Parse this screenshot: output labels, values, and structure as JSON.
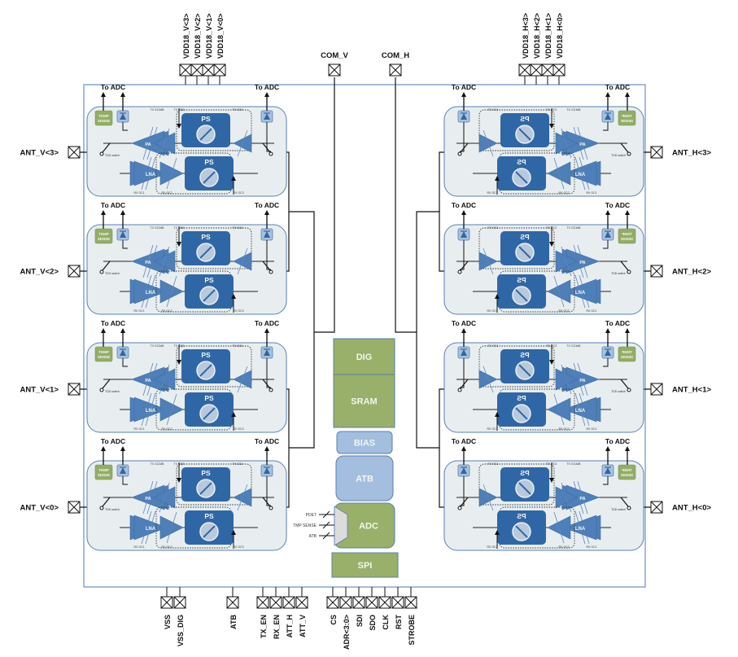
{
  "diagram": {
    "title": "Phased-array beamformer IC block diagram",
    "colors": {
      "chip_border": "#6a8fbf",
      "channel_fill": "#e8eef0",
      "channel_border": "#5a7fb0",
      "ps_block": "#2f67a6",
      "amp": "#4f7fb8",
      "detector_fill": "#a8c1de",
      "temp_sense": "#93ad66",
      "digital_green": "#98b06a",
      "analog_blue": "#a3bedf",
      "wire": "#111111"
    },
    "top_pins": {
      "vdd_v": [
        "VDD18_V<3>",
        "VDD18_V<2>",
        "VDD18_V<1>",
        "VDD18_V<0>"
      ],
      "vdd_h": [
        "VDD18_H<3>",
        "VDD18_H<2>",
        "VDD18_H<1>",
        "VDD18_H<0>"
      ],
      "com_v": "COM_V",
      "com_h": "COM_H"
    },
    "left_pins": [
      "ANT_V<3>",
      "ANT_V<2>",
      "ANT_V<1>",
      "ANT_V<0>"
    ],
    "right_pins": [
      "ANT_H<3>",
      "ANT_H<2>",
      "ANT_H<1>",
      "ANT_H<0>"
    ],
    "bottom_pins": {
      "supply": [
        "VSS",
        "VSS_DIG"
      ],
      "atb": "ATB",
      "control": [
        "TX_EN",
        "RX_EN",
        "ATT_H",
        "ATT_V"
      ],
      "spi": [
        "CS",
        "ADR<3:0>",
        "SDI",
        "SDO",
        "CLK",
        "RST",
        "STROBE"
      ]
    },
    "channel": {
      "to_adc": "To ADC",
      "temp_sense": "TEMP SENSE",
      "pa": "PA",
      "lna": "LNA",
      "ps": "PS",
      "tdd_switch": "TDD switch",
      "tx_gc3db": "TX GC3dB",
      "tx_gc2": "TX GC2",
      "tx_gc1": "TX GC1",
      "rx_gc1": "RX GC1",
      "rx_gc2": "RX GC2",
      "rx_gc3": "RX GC3"
    },
    "center_blocks": {
      "dig": "DIG",
      "sram": "SRAM",
      "bias": "BIAS",
      "atb": "ATB",
      "adc": "ADC",
      "spi": "SPI"
    },
    "adc_inputs": [
      "PDET",
      "TMP SENSE",
      "ATB"
    ]
  }
}
